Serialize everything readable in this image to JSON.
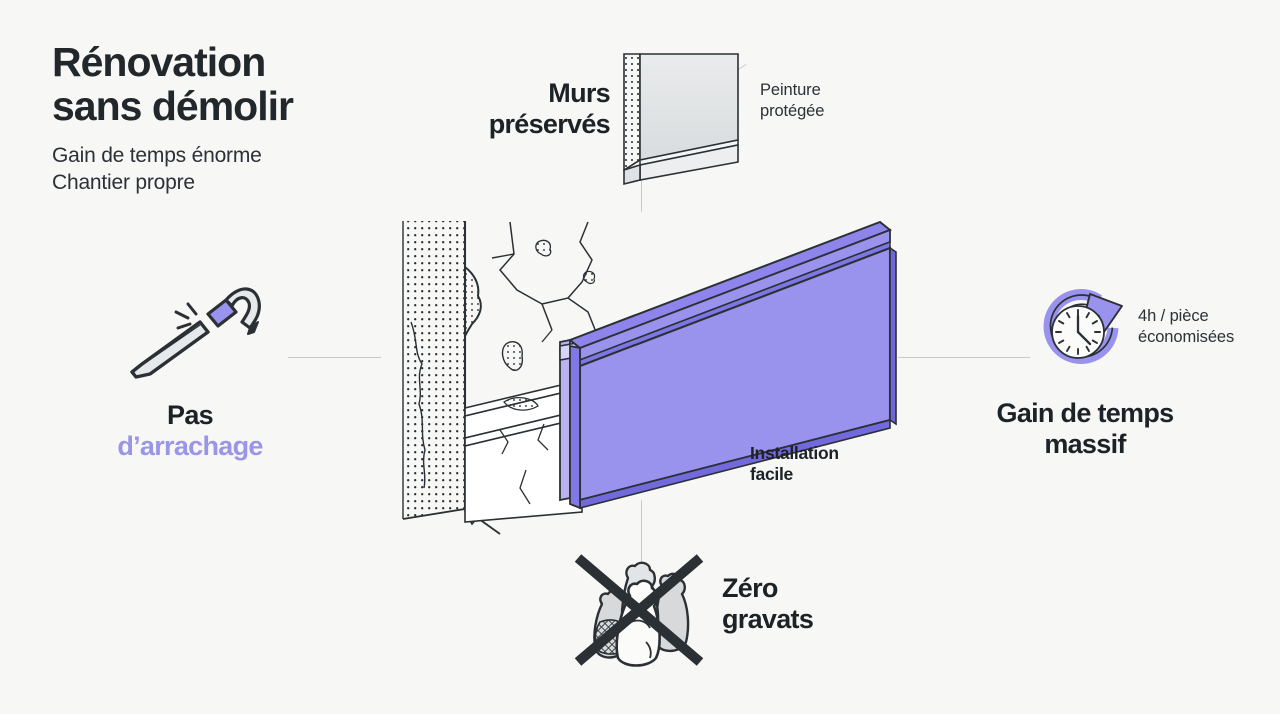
{
  "page": {
    "background_color": "#f7f7f6",
    "accent_color": "#9b95e8",
    "panel_fill": "#9a93ee",
    "ink_color": "#1d2226",
    "connector_color": "#c9c9c7"
  },
  "title": {
    "line1": "Rénovation",
    "line2": "sans démolir",
    "subtitle1": "Gain de temps énorme",
    "subtitle2": "Chantier propre"
  },
  "callouts": {
    "walls": {
      "heading_line1": "Murs",
      "heading_line2": "préservés",
      "detail_line1": "Peinture",
      "detail_line2": "protégée",
      "icon": "wall-panel-icon"
    },
    "no_tearout": {
      "heading_line1": "Pas",
      "heading_line2": "d’arrachage",
      "icon": "crowbar-icon"
    },
    "time_saved": {
      "heading_line1": "Gain de temps",
      "heading_line2": "massif",
      "detail_line1": "4h / pièce",
      "detail_line2": "économisées",
      "icon": "clock-arrow-icon"
    },
    "no_rubble": {
      "heading_line1": "Zéro",
      "heading_line2": "gravats",
      "icon": "rubble-bags-crossed-icon"
    },
    "install": {
      "detail_line1": "Installation",
      "detail_line2": "facile",
      "icon": "baseboard-profile-icon"
    }
  }
}
